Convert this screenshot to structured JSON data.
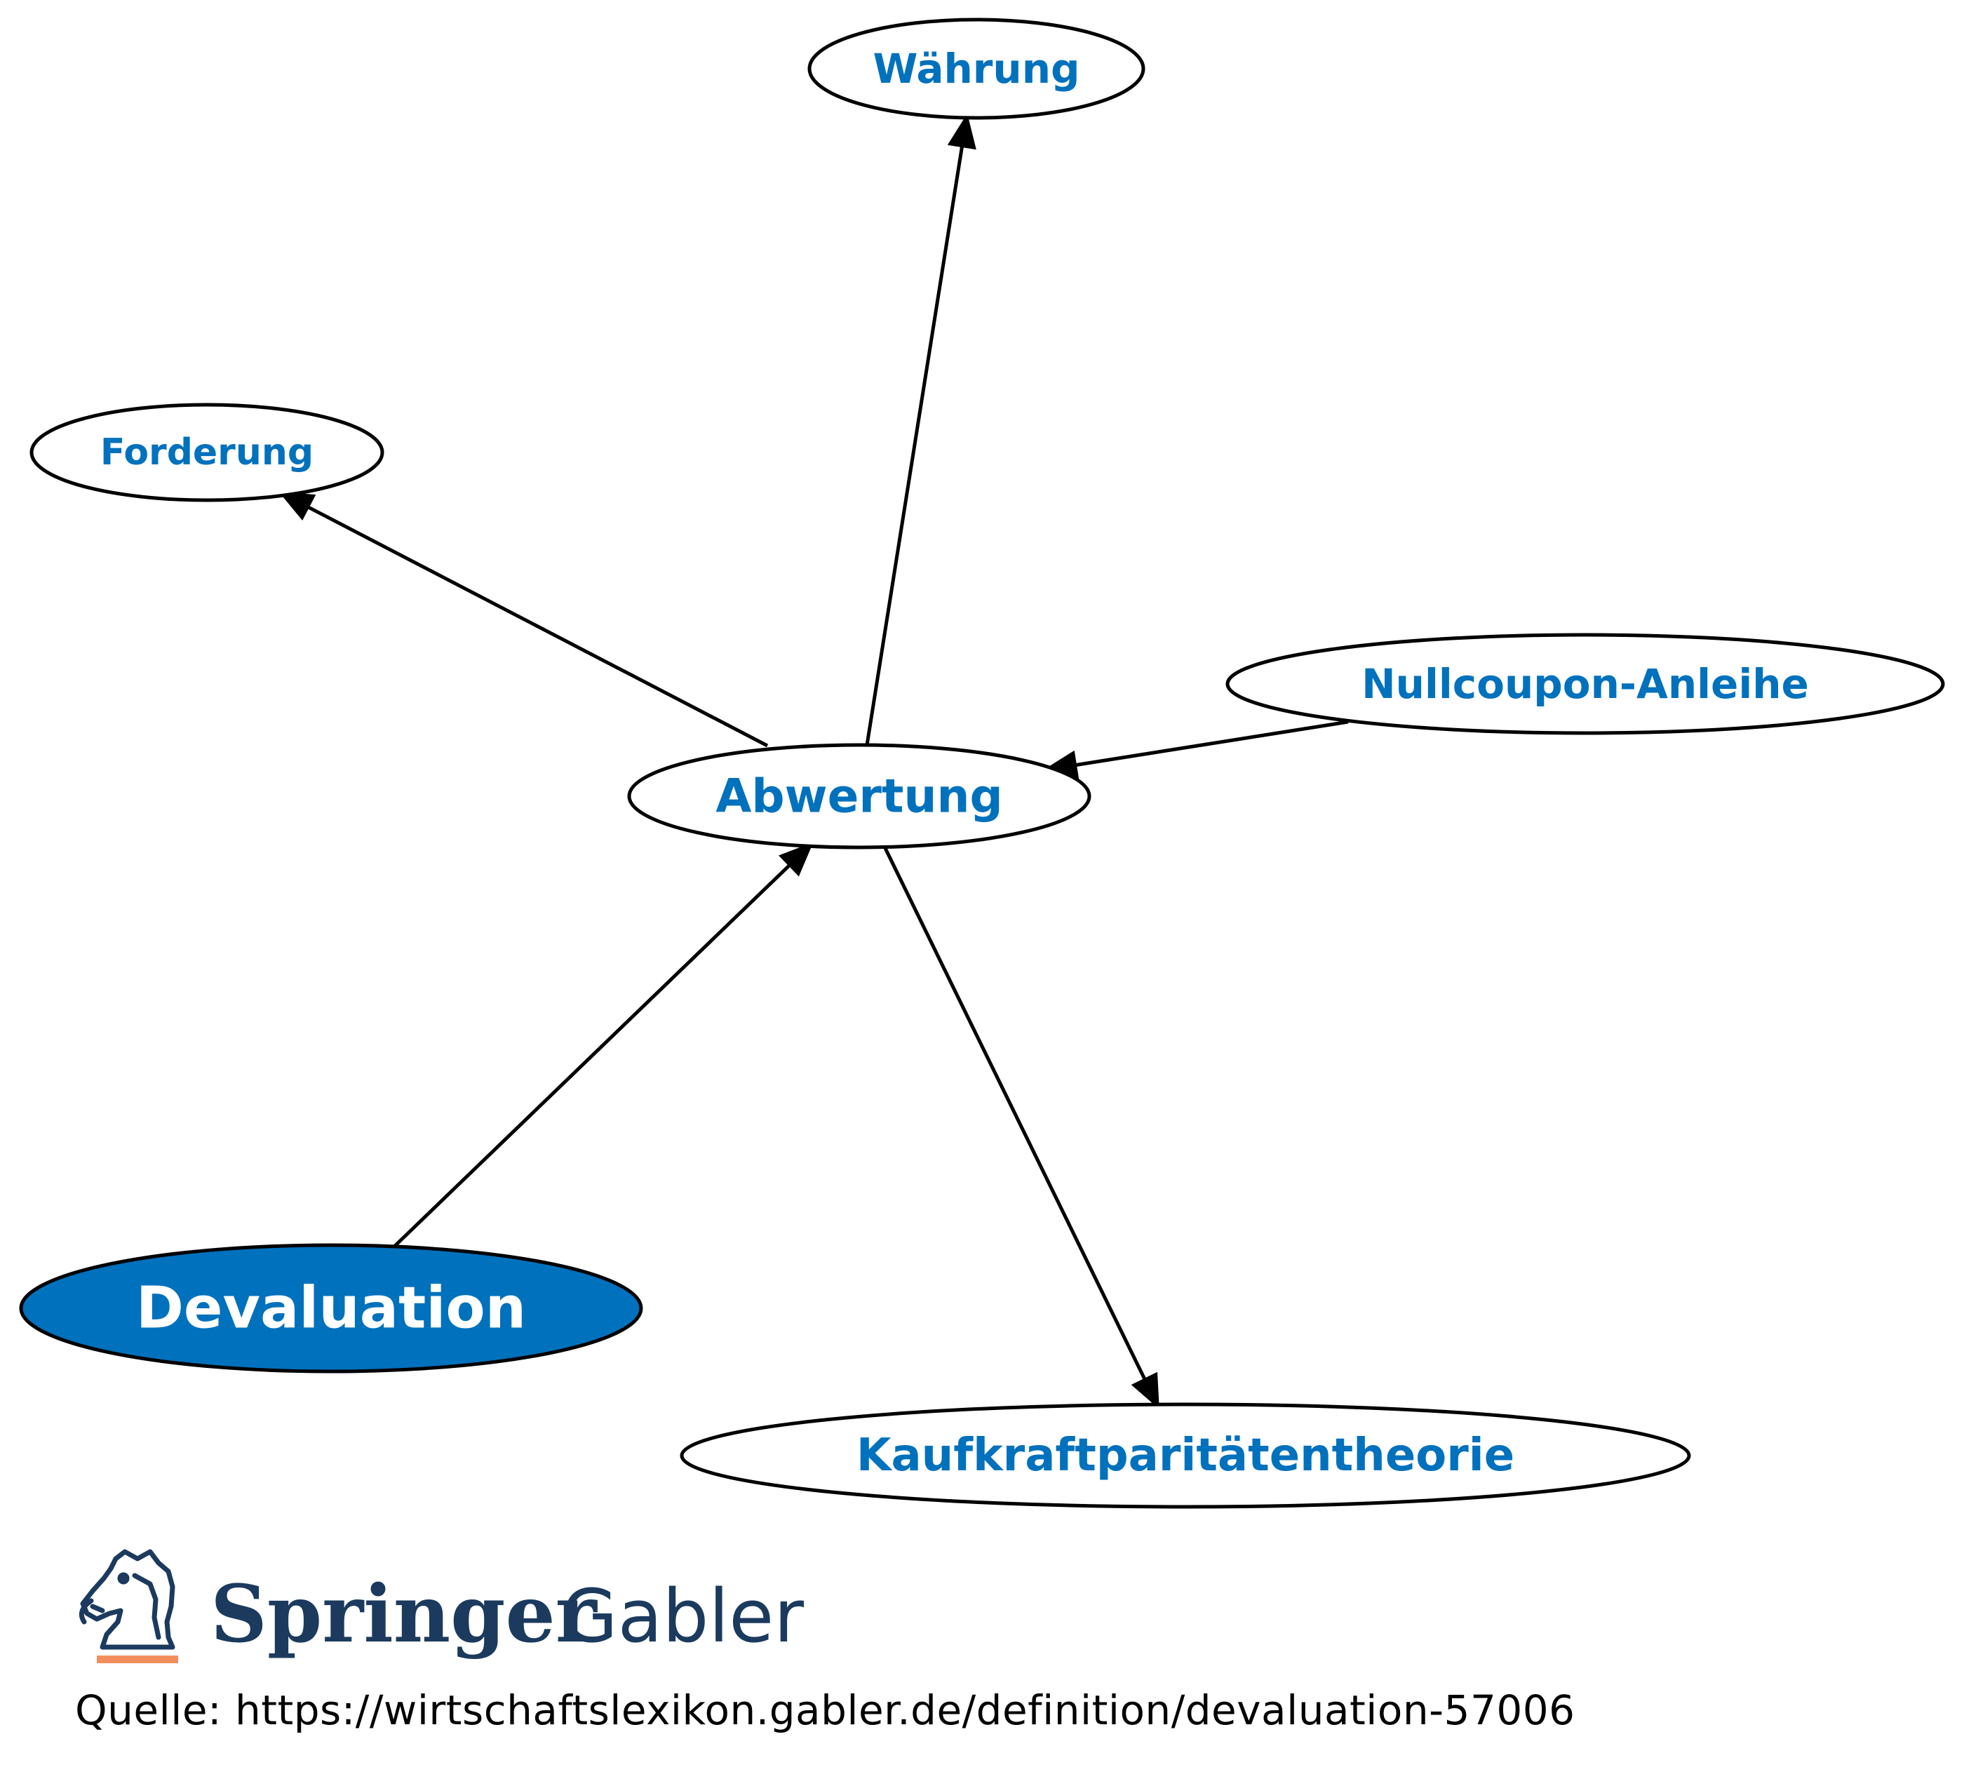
{
  "colors": {
    "accent": "#0071bc",
    "node_fill": "#ffffff",
    "focus_fill": "#0071bc",
    "focus_text": "#ffffff",
    "logo_navy": "#1b3a5e",
    "logo_underline": "#f28e5d"
  },
  "nodes": [
    {
      "id": "waehrung",
      "label": "Währung",
      "focus": false
    },
    {
      "id": "forderung",
      "label": "Forderung",
      "focus": false
    },
    {
      "id": "nullcoupon",
      "label": "Nullcoupon-Anleihe",
      "focus": false
    },
    {
      "id": "abwertung",
      "label": "Abwertung",
      "focus": false
    },
    {
      "id": "devaluation",
      "label": "Devaluation",
      "focus": true
    },
    {
      "id": "kaufkraft",
      "label": "Kaufkraftparitätentheorie",
      "focus": false
    }
  ],
  "edges": [
    {
      "from": "abwertung",
      "to": "waehrung"
    },
    {
      "from": "abwertung",
      "to": "forderung"
    },
    {
      "from": "nullcoupon",
      "to": "abwertung"
    },
    {
      "from": "devaluation",
      "to": "abwertung"
    },
    {
      "from": "abwertung",
      "to": "kaufkraft"
    }
  ],
  "logo": {
    "brand": "Springer",
    "imprint": "Gabler",
    "icon": "knight-chess-piece-icon"
  },
  "source": {
    "text": "Quelle: https://wirtschaftslexikon.gabler.de/definition/devaluation-57006"
  }
}
